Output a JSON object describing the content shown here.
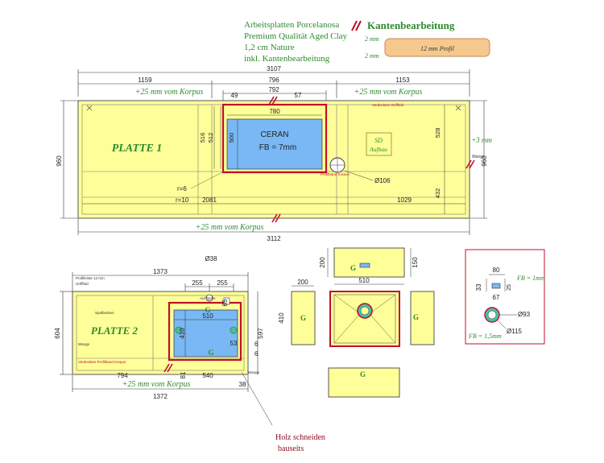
{
  "header": {
    "spec_lines": [
      "Arbeitsplatten Porcelanosa",
      "Premium Qualität Aged Clay",
      "1,2 cm Nature",
      "inkl. Kantenbearbeitung"
    ],
    "edge_title": "Kantenbearbeitung",
    "edge_dim_top": "2 mm",
    "edge_dim_bottom": "2 mm",
    "edge_profile": "12 mm Profil"
  },
  "plate1": {
    "title": "PLATTE 1",
    "overall_top": "3107",
    "overall_bottom": "3112",
    "seg_left": "1159",
    "seg_mid": "796",
    "seg_right": "1153",
    "cutout_outer": "792",
    "cutout_inner": "780",
    "off_left": "49",
    "off_right": "57",
    "hob_label": "CERAN",
    "hob_sub": "FB = 7mm",
    "height_left": "960",
    "height_right": "960",
    "d516": "516",
    "d512": "512",
    "d500": "500",
    "d528": "528",
    "d432": "432",
    "corner_r6": "r=6",
    "corner_r10": "r=10",
    "dim_2081": "2081",
    "dim_1029": "1029",
    "hole_dia": "Ø106",
    "sd_label": "SD",
    "sd_sub": "Aufbau",
    "korpus_tl": "+25 mm vom Korpus",
    "korpus_tr": "+25 mm vom Korpus",
    "korpus_bottom": "+25 mm vom Korpus",
    "side_plus3": "+3 mm",
    "wange": "Wange",
    "note_small_1": "Verdecktes Grifffeld",
    "note_small_2": "Profilband Korpus"
  },
  "plate2": {
    "title": "PLATTE 2",
    "overall_top": "1373",
    "overall_bottom": "1372",
    "hole_dia": "Ø38",
    "seg_a": "255",
    "seg_b": "255",
    "sink_width": "510",
    "sink_depth": "410",
    "height_left": "604",
    "d65": "65",
    "d597": "597",
    "d53": "53",
    "d6a": "6",
    "d6b": "6",
    "d794": "794",
    "d540": "540",
    "d81": "81",
    "d38": "38",
    "korpus": "+25 mm vom Korpus",
    "small_1": "Profilleiste 12 mm",
    "small_2": "Grifffeld",
    "small_3": "Spülbecken",
    "small_4": "Wange",
    "small_5": "Verdecktes Profilband Korpus",
    "small_6": "Auf Spüle",
    "small_7": "Wange",
    "g1": "G",
    "g2": "G"
  },
  "sink_views": {
    "d200_top": "200",
    "d150": "150",
    "d510": "510",
    "d200_side": "200",
    "d410": "410",
    "g_top": "G",
    "g_left": "G",
    "g_right": "G",
    "g_bottom": "G"
  },
  "detail": {
    "d80": "80",
    "d33": "33",
    "d25": "25",
    "d67": "67",
    "fb_top": "FB = 1mm",
    "d93": "Ø93",
    "d115": "Ø115",
    "fb_bottom": "FB = 1,5mm"
  },
  "footer": {
    "note_line1": "Holz schneiden",
    "note_line2": "bauseits"
  },
  "colors": {
    "plate_fill": "#ffff99",
    "hob_fill": "#79b8f4",
    "cut_red": "#c0102a",
    "label_green": "#2d8a2d",
    "edge_bar": "#f5c98d"
  }
}
